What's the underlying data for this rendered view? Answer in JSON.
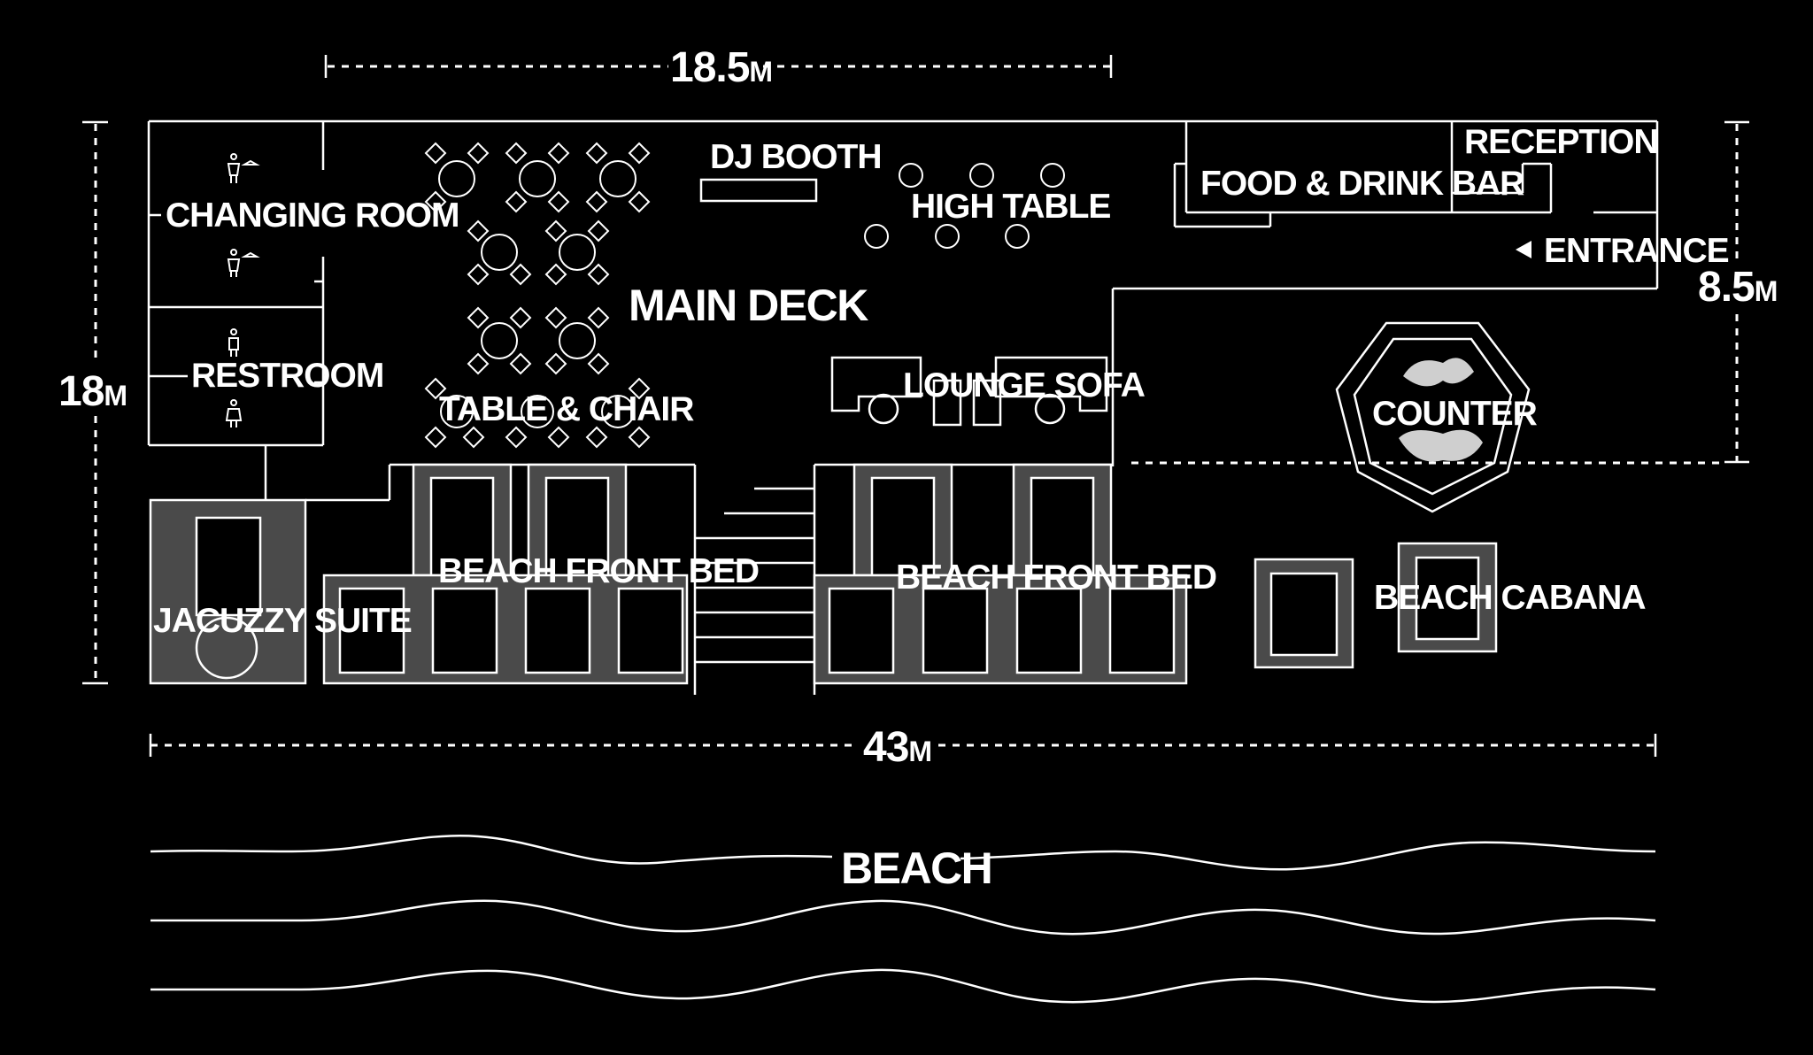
{
  "dimensions": {
    "top": "18.5",
    "bottom": "43",
    "left": "18",
    "right": "8.5",
    "unit": "M"
  },
  "areas": {
    "changing_room": "CHANGING ROOM",
    "restroom": "RESTROOM",
    "table_chair": "TABLE & CHAIR",
    "main_deck": "MAIN DECK",
    "dj_booth": "DJ BOOTH",
    "high_table": "HIGH TABLE",
    "food_drink_bar": "FOOD & DRINK BAR",
    "reception": "RECEPTION",
    "entrance": "ENTRANCE",
    "lounge_sofa": "LOUNGE SOFA",
    "counter": "COUNTER",
    "beach_front_bed_left": "BEACH FRONT BED",
    "beach_front_bed_right": "BEACH FRONT BED",
    "jacuzzy_suite": "JACUZZY SUITE",
    "beach_cabana": "BEACH CABANA",
    "beach": "BEACH"
  },
  "colors": {
    "background": "#000000",
    "line": "#ffffff",
    "furniture_fill": "#4a4a4a"
  }
}
